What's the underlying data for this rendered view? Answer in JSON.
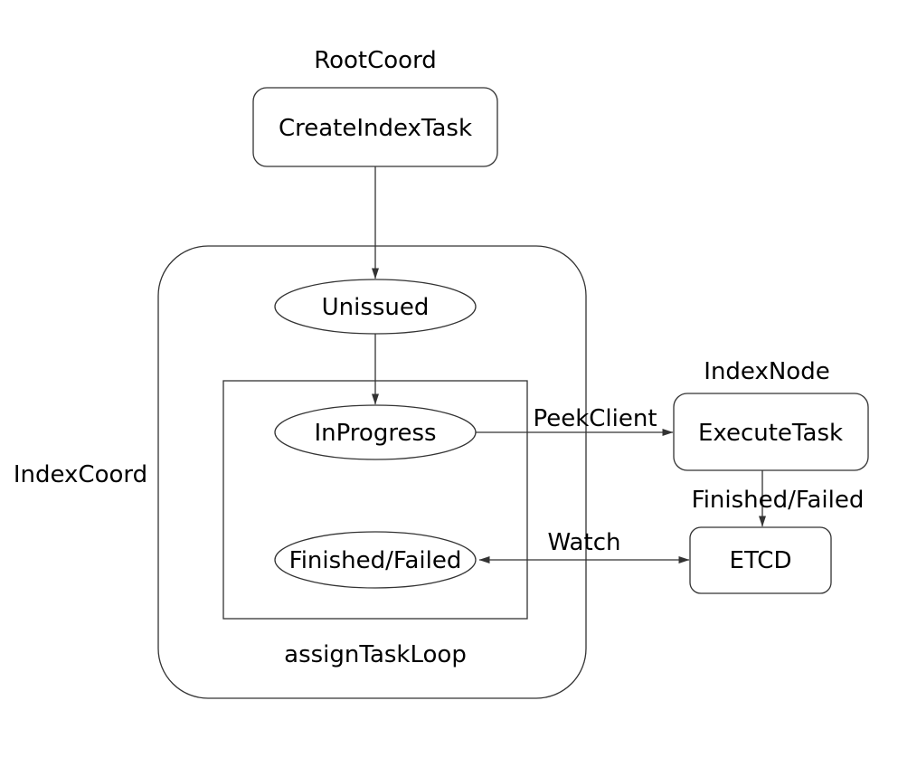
{
  "diagram": {
    "background_color": "#ffffff",
    "stroke_color": "#333333",
    "text_color": "#000000",
    "groups": {
      "root_coord": {
        "label": "RootCoord"
      },
      "index_coord": {
        "label": "IndexCoord"
      },
      "assign_task_loop": {
        "label": "assignTaskLoop"
      },
      "index_node": {
        "label": "IndexNode"
      }
    },
    "nodes": {
      "create_index_task": {
        "label": "CreateIndexTask",
        "shape": "rounded-rect",
        "group": "RootCoord"
      },
      "unissued": {
        "label": "Unissued",
        "shape": "ellipse",
        "group": "IndexCoord"
      },
      "in_progress": {
        "label": "InProgress",
        "shape": "ellipse",
        "group": "assignTaskLoop"
      },
      "finished_failed": {
        "label": "Finished/Failed",
        "shape": "ellipse",
        "group": "assignTaskLoop"
      },
      "execute_task": {
        "label": "ExecuteTask",
        "shape": "rounded-rect",
        "group": "IndexNode"
      },
      "etcd": {
        "label": "ETCD",
        "shape": "rounded-rect"
      }
    },
    "edges": [
      {
        "from": "CreateIndexTask",
        "to": "Unissued",
        "label": "",
        "direction": "one-way"
      },
      {
        "from": "Unissued",
        "to": "InProgress",
        "label": "",
        "direction": "one-way"
      },
      {
        "from": "InProgress",
        "to": "ExecuteTask",
        "label": "PeekClient",
        "direction": "one-way"
      },
      {
        "from": "ExecuteTask",
        "to": "ETCD",
        "label": "Finished/Failed",
        "direction": "one-way"
      },
      {
        "from": "ETCD",
        "to": "Finished/Failed",
        "label": "Watch",
        "direction": "two-way"
      }
    ]
  }
}
